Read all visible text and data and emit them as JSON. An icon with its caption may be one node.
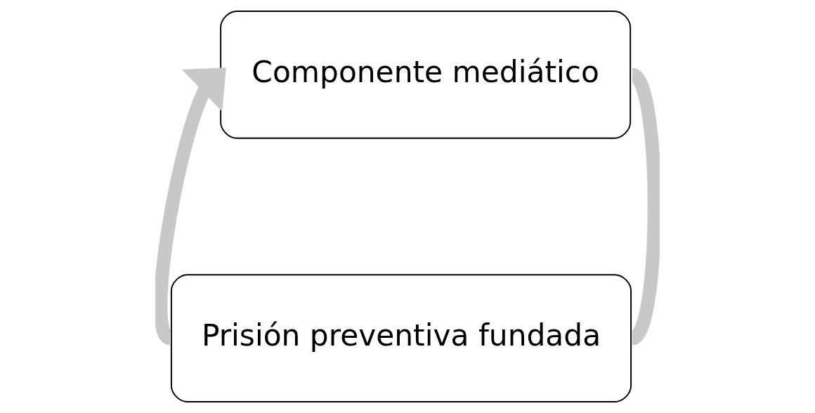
{
  "diagram": {
    "nodes": [
      {
        "text": [
          "Componente mediático"
        ]
      },
      {
        "text": [
          "Prisión preventiva fundada"
        ]
      }
    ],
    "edges": [
      {
        "from": 0,
        "to": 1,
        "arrow": "none"
      },
      {
        "from": 1,
        "to": 0,
        "arrow": "to"
      }
    ]
  }
}
